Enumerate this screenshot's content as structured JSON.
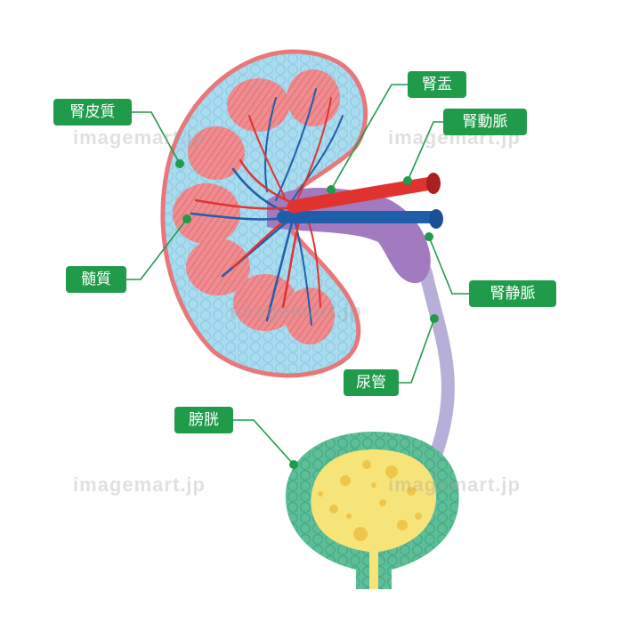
{
  "labels": {
    "renal_pelvis": "腎盂",
    "renal_cortex": "腎皮質",
    "renal_artery": "腎動脈",
    "renal_medulla": "髄質",
    "renal_vein": "腎静脈",
    "ureter": "尿管",
    "bladder": "膀胱"
  },
  "watermark": "imagemart.jp",
  "colors": {
    "label_bg": "#1f9b4a",
    "leader_line": "#1f9b4a",
    "kidney_outline": "#e8777a",
    "cortex_fill": "#a9dcef",
    "medulla_pyramid": "#ef8c8f",
    "pelvis": "#a17ac0",
    "ureter": "#b8afd9",
    "artery": "#e0332f",
    "vein": "#1f5eab",
    "bladder_wall": "#5cbf97",
    "bladder_content": "#f7e479"
  }
}
